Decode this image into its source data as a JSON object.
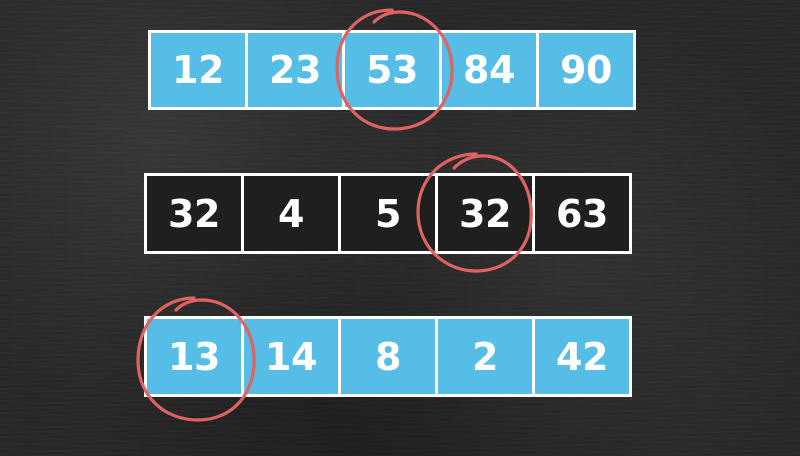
{
  "arrays": [
    {
      "style": "blue",
      "values": [
        "12",
        "23",
        "53",
        "84",
        "90"
      ],
      "highlighted_index": 2
    },
    {
      "style": "dark",
      "values": [
        "32",
        "4",
        "5",
        "32",
        "63"
      ],
      "highlighted_index": 3
    },
    {
      "style": "blue",
      "values": [
        "13",
        "14",
        "8",
        "2",
        "42"
      ],
      "highlighted_index": 0
    }
  ],
  "colors": {
    "cell_blue": "#56bde6",
    "cell_dark": "#1f1f1f",
    "outline": "#ffffff",
    "highlight": "#e06262",
    "background": "#272727"
  }
}
